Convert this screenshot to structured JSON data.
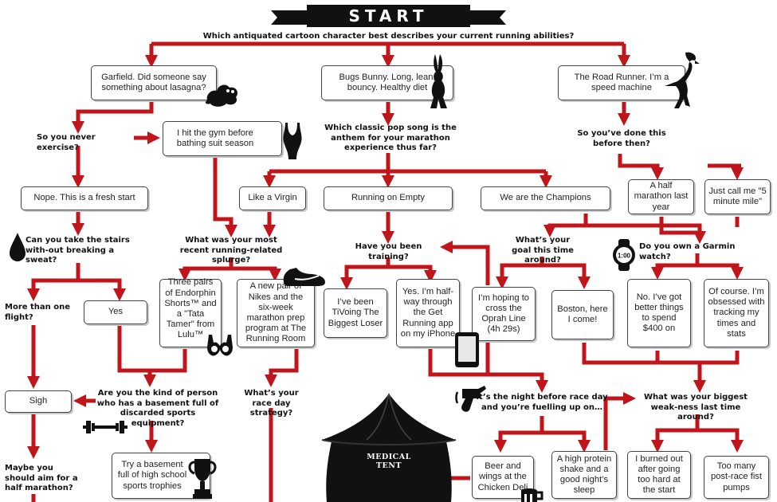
{
  "start_label": "START",
  "questions": {
    "q1": "Which antiquated cartoon character best describes your current running abilities?",
    "never_exercise": "So you never exercise?",
    "pop_song": "Which classic pop song is the anthem for your marathon experience thus far?",
    "done_before": "So you’ve done this before then?",
    "stairs": "Can you take the stairs with-out breaking a sweat?",
    "splurge": "What was your most recent running-related splurge?",
    "training": "Have you been training?",
    "goal": "What’s your goal this time around?",
    "garmin": "Do you own a Garmin watch?",
    "more_than_one": "More than one flight?",
    "basement": "Are you the kind of person who has a basement full of discarded sports equipment?",
    "race_day": "What’s your race day strategy?",
    "night_before": "It’s the night before race day and you’re fuelling up on…",
    "weakness": "What was your biggest weak-ness last time around?",
    "half_marathon": "Maybe you should aim for a half marathon?"
  },
  "answers": {
    "garfield": "Garfield. Did someone say something about lasagna?",
    "bugs": "Bugs Bunny. Long, lean, bouncy. Healthy diet",
    "roadrunner": "The Road Runner. I’m a speed machine",
    "gym": "I hit the gym before bathing suit season",
    "fresh_start": "Nope. This is a fresh start",
    "virgin": "Like a Virgin",
    "empty": "Running on Empty",
    "champions": "We are the Champions",
    "half_last_year": "A half marathon last year",
    "five_minute": "Just call me \"5 minute mile\"",
    "endorphin": "Three pairs of Endorphin Shorts™ and a \"Tata Tamer\" from Lulu™",
    "nikes": "A new pair of Nikes and the six-week marathon prep program at The Running Room",
    "tivo": "I’ve been TiVoing The Biggest Loser",
    "halfway": "Yes. I’m half-way through the Get Running app on my iPhone",
    "oprah": "I’m hoping to cross the Oprah Line (4h 29s)",
    "boston": "Boston, here I come!",
    "no_garmin": "No. I’ve got better things to spend $400 on",
    "of_course": "Of course. I’m obsessed with tracking my times and stats",
    "yes": "Yes",
    "sigh": "Sigh",
    "trophies": "Try a basement full of high school sports trophies",
    "beer": "Beer and wings at the Chicken Deli",
    "protein": "A high protein shake and a good night’s sleep",
    "burned_out": "I burned out after going too hard at the start",
    "fist_pumps": "Too many post-race fist pumps"
  },
  "tent_label": "MEDICAL TENT",
  "watch_face": "1:00",
  "colors": {
    "arrow": "#c0161b",
    "ink": "#111111",
    "box_border": "#444444"
  },
  "icons": [
    "garfield-icon",
    "bugs-bunny-icon",
    "road-runner-icon",
    "swimsuit-icon",
    "water-drop-icon",
    "sneaker-icon",
    "bra-icon",
    "smartphone-icon",
    "garmin-watch-icon",
    "dumbbell-icon",
    "trophy-icon",
    "fuel-nozzle-icon",
    "beer-mug-icon",
    "medical-tent-icon"
  ]
}
